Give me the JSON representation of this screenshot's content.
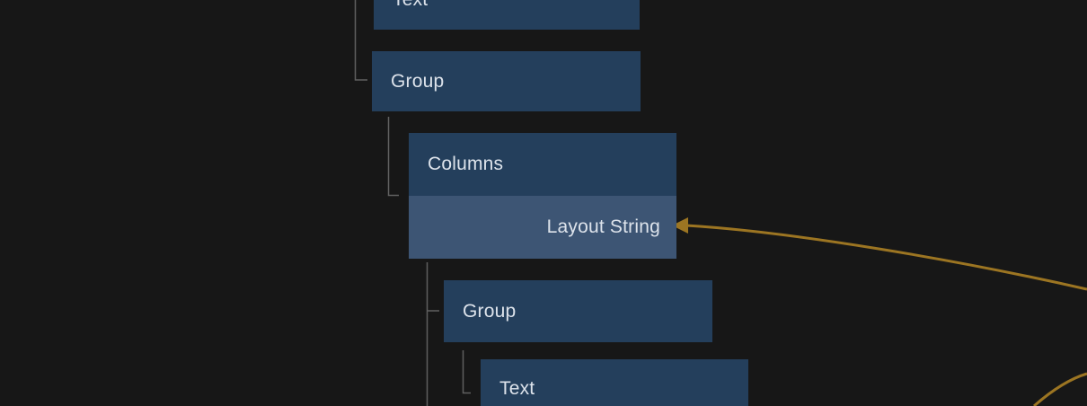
{
  "canvas": {
    "type_label": "node tree editor view"
  },
  "colors": {
    "background": "#171717",
    "node_fill": "#243f5c",
    "port_fill": "#3d5574",
    "label_text": "#dde3eb",
    "tree_line": "#606060",
    "edge": "#9c7522"
  },
  "tree": {
    "nodes": [
      {
        "label": "Text"
      },
      {
        "label": "Group"
      },
      {
        "label": "Columns",
        "input_port": {
          "label": "Layout String"
        }
      },
      {
        "label": "Group"
      },
      {
        "label": "Text"
      }
    ]
  },
  "edges": [
    {
      "name": "edge-into-layout-string-port",
      "color": "#9c7522",
      "has_arrowhead": true
    },
    {
      "name": "edge-bottom-right-offscreen",
      "color": "#9c7522",
      "has_arrowhead": false
    }
  ]
}
